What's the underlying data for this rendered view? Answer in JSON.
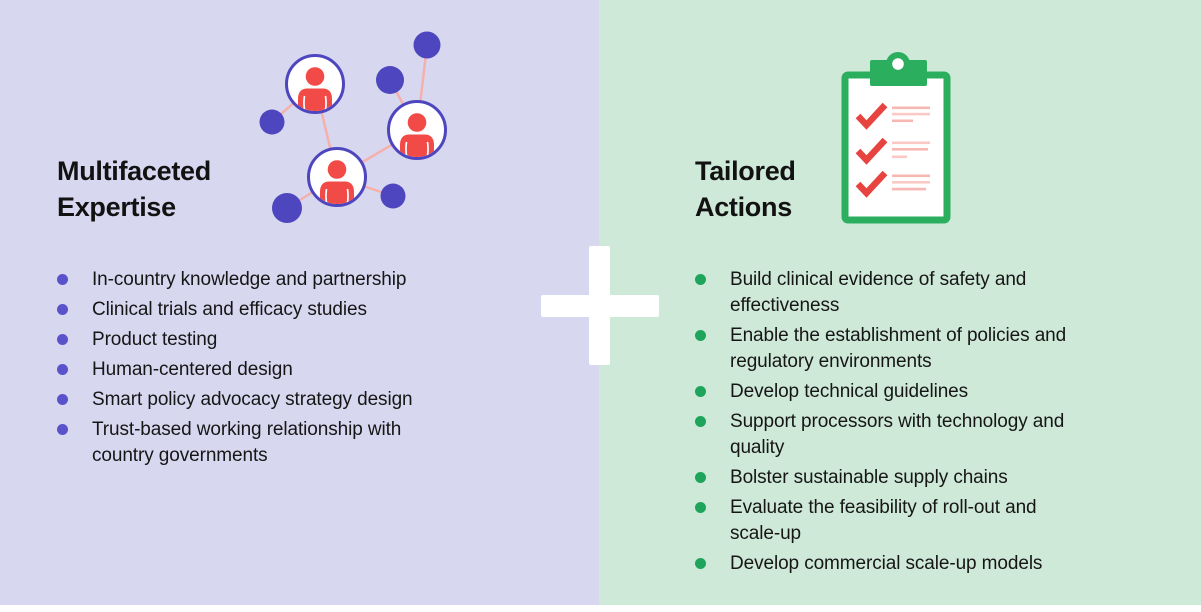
{
  "left_panel": {
    "bg_color": "#d8d7f0",
    "title_line1": "Multifaceted",
    "title_line2": "Expertise",
    "bullet_color": "#5a52cb",
    "items": [
      "In-country knowledge and partnership",
      "Clinical trials and efficacy studies",
      "Product testing",
      "Human-centered design",
      "Smart policy advocacy strategy design",
      "Trust-based working relationship with country governments"
    ]
  },
  "right_panel": {
    "bg_color": "#cfe9d9",
    "title_line1": "Tailored",
    "title_line2": "Actions",
    "bullet_color": "#1ea55b",
    "items": [
      "Build clinical evidence of safety and effectiveness",
      "Enable the establishment of policies and regulatory environments",
      "Develop technical guidelines",
      "Support processors with technology and quality",
      "Bolster sustainable supply chains",
      "Evaluate the feasibility of roll-out and scale-up",
      "Develop commercial scale-up models"
    ]
  },
  "divider": {
    "symbol": "plus",
    "color": "#ffffff"
  },
  "icons": {
    "network_icon": "people-network-icon",
    "clipboard_icon": "checklist-clipboard-icon",
    "colors": {
      "node_purple": "#4e46bf",
      "person_red": "#f24a46",
      "link_pink": "#f5b0ac",
      "clipboard_green": "#2bae5e",
      "check_red": "#e8443f",
      "text_line_pink": "#f7b7b3",
      "text_line_pink_light": "#fac9c5"
    }
  }
}
